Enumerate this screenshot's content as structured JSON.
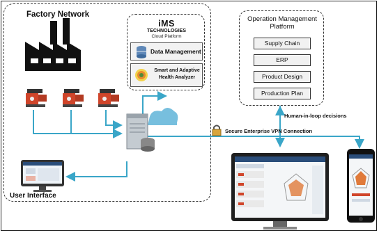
{
  "factory_network": {
    "title": "Factory Network"
  },
  "cloud_platform": {
    "logo": "iMS",
    "subtitle": "TECHNOLOGIES",
    "caption": "Cloud Platform",
    "modules": [
      {
        "label": "Data Management",
        "icon": "database-icon"
      },
      {
        "label": "Smart and Adaptive Health Analyzer",
        "icon": "analyzer-icon"
      }
    ]
  },
  "operation_management": {
    "title": "Operation Management Platform",
    "items": [
      "Supply Chain",
      "ERP",
      "Product Design",
      "Production Plan"
    ]
  },
  "connections": {
    "human_in_loop": "Human-in-loop decisions",
    "secure_vpn": "Secure Enterprise VPN Connection"
  },
  "user_interface": {
    "label": "User Interface"
  },
  "colors": {
    "arrow": "#3aa6c8",
    "machine": "#d0452a",
    "factory": "#111111",
    "server": "#9aa3ab",
    "cloud": "#5fb4d8",
    "dashboard_header": "#2a4d7a",
    "radar_fill": "#e07a3a"
  }
}
